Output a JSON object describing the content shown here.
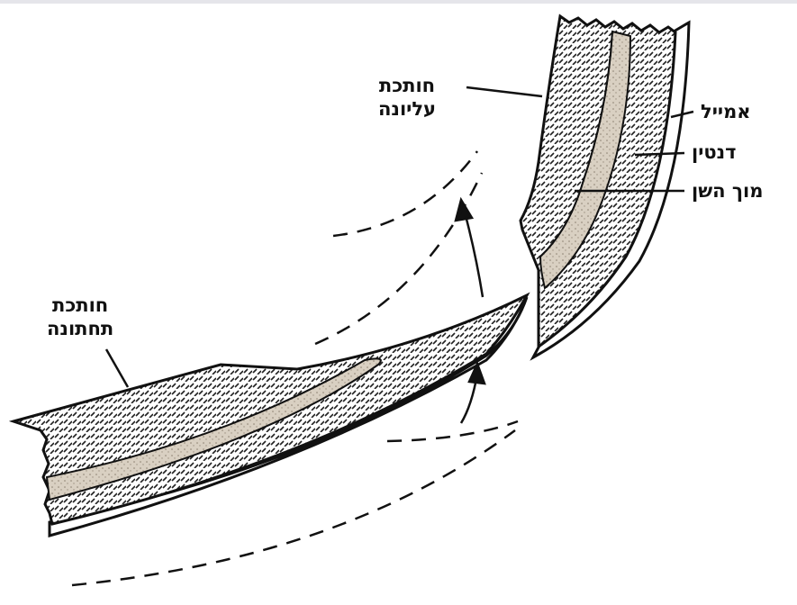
{
  "labels": {
    "upper_incisor": [
      "חותכת",
      "עליונה"
    ],
    "lower_incisor": [
      "חותכת",
      "תחתונה"
    ],
    "enamel": "אמייל",
    "dentin": "דנטין",
    "pulp": "מוך השן"
  }
}
